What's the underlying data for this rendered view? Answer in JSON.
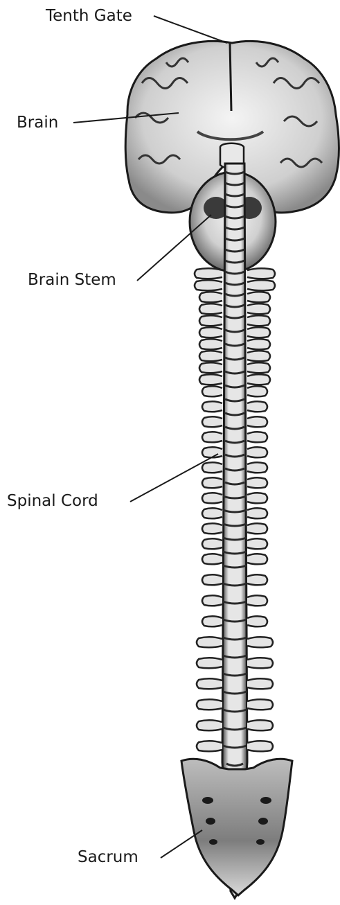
{
  "labels": {
    "tenth_gate": "Tenth Gate",
    "brain": "Brain",
    "brain_stem": "Brain Stem",
    "spinal_cord": "Spinal Cord",
    "sacrum": "Sacrum"
  },
  "colors": {
    "ink": "#1a1a1a",
    "shade": "#6b6b6b",
    "light": "#d9d9d9",
    "paper": "#ffffff"
  }
}
